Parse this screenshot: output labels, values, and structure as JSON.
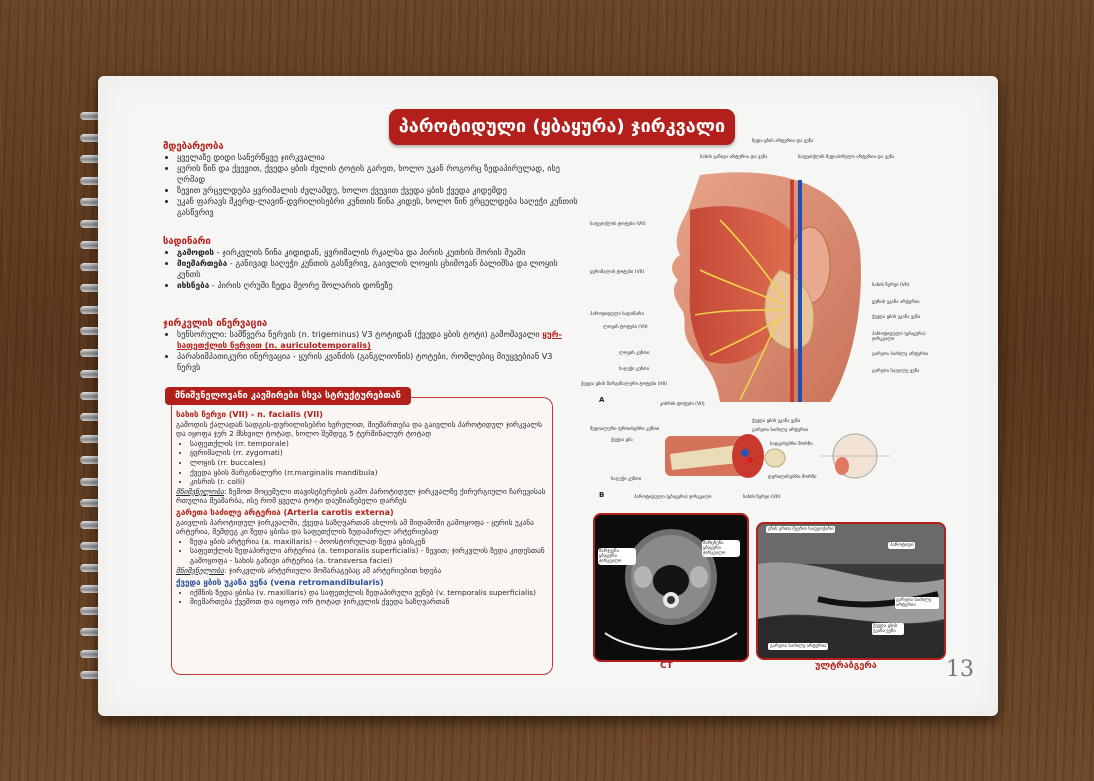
{
  "title": "პაროტიდული (ყბაყურა) ჯირკვალი",
  "location": {
    "heading": "მდებარეობა",
    "items": [
      "ყველაზე დიდი სანერწყვე ჯირკვალია",
      "ყურის წინ და ქვევით, ქვედა ყბის ძვლის ტოტის გარეთ, ხოლო უკან როგორც ზედაპირულად, ისე ღრმად",
      "ზევით ვრცელდება ყვრიმალის ძვლამდე, ხოლო ქვევით ქვედა ყბის ქვედა კიდემდე",
      "უკან ფარავს მკერდ-ლავიწ-დვრილისებრი კუნთის წინა კიდეს, ხოლო წინ ვრცელდება საღეჭი კუნთის გასწვრივ"
    ]
  },
  "duct": {
    "heading": "სადინარი",
    "items": [
      {
        "term": "გამოდის",
        "text": "ჯირკვლის წინა კიდიდან, ყვრიმალის რკალსა და პირის კუთხის შორის შუაში"
      },
      {
        "term": "მიემართება",
        "text": "განივად საღეჭი კუნთის გასწვრივ, გაივლის ლოყის ცხიმოვან ბალიშსა და ლოყის კუნთს"
      },
      {
        "term": "იხსნება",
        "text": "პირის ღრუში ზედა მეორე მოლარის დონეზე"
      }
    ]
  },
  "innervation": {
    "heading": "ჯირკვლის ინერვაცია",
    "item1_pre": "სენსორული: სამწვერა ნერვის (n. trigeminus) V3 ტოტიდან (ქვედა ყბის ტოტი) გამომავალი",
    "item1_link": "ყურ-საფეთქლის ნერვით (n. auriculotemporalis)",
    "item2": "პარასიმპათიკური ინერვაცია - ყურის კვანძის (განგლიონის) ტოტები, რომლებიც მიუყვებიან V3 ნერვს"
  },
  "relations": {
    "heading": "მნიშვნელოვანი კავშირები სხვა სტრუქტურებთან",
    "facial_title": "სახის ნერვი (VII) -  n. facialis (VII)",
    "facial_text": "გამოდის ქალადან სადგის-დვრილისებრი ხვრელით, მიემართება და გაივლის პაროტიდულ ჯირკვალს და იყოფა ჯერ 2 მსხვილ ტოტად, ხოლო შემდეგ 5 ტერმინალურ ტოტად",
    "facial_branches": [
      "საფეთქლის (rr. temporale)",
      "ყვრიმალის (rr. zygomati)",
      "ლოყის (rr. buccales)",
      "ქვედა ყბის მარგინალური (rr.marginalis mandibula)",
      "კისრის (r. colli)"
    ],
    "note_label": "მნიშვნელობა",
    "facial_note": ": ზემოთ მოცემული თავისებურების გამო პაროტიდულ ჯირკვალზე ქირურგიული ჩარევისას რთულია მეამარბა, ისე რომ ყველა ტოტი დაუზიანებელი დარჩეს",
    "carotid_title": "გარეთა საძილე არტერია (Arteria carotis externa)",
    "carotid_text": "გაივლის პაროტიდულ ჯირკვალში, ქვედა საზღვართან ახლოს ამ მიდამოში გამოყოფა - ყურის უკანა არტერია, შემდეგ კი ზედა ყბისა და საფეთქლის ზედაპირულ არტერიებად",
    "carotid_items": [
      "ზედა ყბის არტერია (a. maxillaris) - პოოსტორულად ზედა ყბისკენ",
      "საფეთქლის ზედაპირული არტერია (a. temporalis superficialis) - ზევით; ჯირკვლის ზედა კიდესთან გამოყოფა - სახის განივი არტერია  (a. transversa faciei)"
    ],
    "carotid_note": ": ჯირკვლის არტერიული მომარაგებაც ამ არტერიებით ხდება",
    "vein_title": "ქვედა ყბის უკანა ვენა (vena retromandibularis)",
    "vein_items": [
      "იქმნის ზედა ყბისა (v. maxillaris) და საფეთქლის ზედაპირული ვენებ (v. temporalis superficialis)",
      "მიემართება ქვემოთ და იყოფა ორ ტოტად ჯირკვლის ქვედა საზღვართან"
    ]
  },
  "figureA": {
    "panel": "A",
    "top_labels": [
      "ზედა ყბის არტერია და ვენა",
      "სახის განივი არტერია და ვენა",
      "საფეთქლის ზედაპირული არტერია და ვენა"
    ],
    "left_labels": [
      "საფეთქლის ტოტები (VII)",
      "ყვრიმალის ტოტები (VII)",
      "პაროტიდული სადინარი",
      "ლოყის ტოტები (VII)",
      "ლოყის კუნთი",
      "საღეჭი კუნთი",
      "ქვედა ყბის მარგინალური ტოტები (VII)",
      "კისრის ტოტები (VII)"
    ],
    "right_labels": [
      "სახის ნერვი (VII)",
      "ყურის უკანა არტერია",
      "ქვედა ყბის უკანა ვენა",
      "პაროტიდული (ყბაყურა) ჯირკვალი",
      "გარეთა საძილე არტერია",
      "გარეთა საუღლე ვენა"
    ]
  },
  "figureB": {
    "panel": "B",
    "labels": [
      "მედიალური ფრთისებრი კუნთი",
      "ქვედა ყბა",
      "საღეჭი კუნთი",
      "პაროტიდული (ყბაყურა) ჯირკვალი",
      "სახის ნერვი (VII)",
      "ქვედა ყბის უკანა ვენა",
      "გარეთა საძილე არტერია",
      "სადგისებრი მორჩი",
      "დვრილისებრი მორჩი"
    ]
  },
  "ct": {
    "caption": "CT",
    "label_left": "მარჯვენა ყბაყურა ჯირკვალი",
    "label_right": "მარცხენა ყბაყურა ჯირკვალი"
  },
  "us": {
    "caption": "ულტრაბგერა",
    "top_label": "ეზის ერთი შეერთ საფეთქარი",
    "labels": [
      "პაროტიდი",
      "გარეთა საძილე არტერია",
      "ქვედა ყბის უკანა ვენა",
      "გარეთა საძილე არტერია"
    ]
  },
  "page_number": "13",
  "colors": {
    "accent": "#b3201c",
    "paper": "#f6f6f4"
  }
}
